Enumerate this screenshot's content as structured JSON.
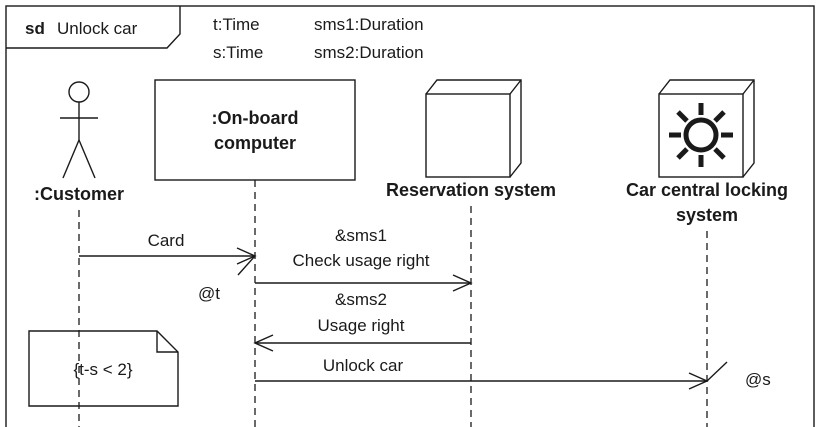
{
  "frame": {
    "keyword": "sd",
    "name": "Unlock car"
  },
  "declarations": [
    {
      "time_obs": "t:Time",
      "duration_obs": "sms1:Duration"
    },
    {
      "time_obs": "s:Time",
      "duration_obs": "sms2:Duration"
    }
  ],
  "lifelines": {
    "customer": {
      "label": ":Customer",
      "icon": "actor-stick-figure"
    },
    "onboard": {
      "line1": ":On-board",
      "line2": "computer",
      "icon": "class-box"
    },
    "reservation": {
      "label": "Reservation system",
      "icon": "node-cube"
    },
    "locking": {
      "line1": "Car central locking",
      "line2": "system",
      "icon": "sun-device"
    }
  },
  "messages": [
    {
      "id": "card",
      "label": "Card"
    },
    {
      "id": "check",
      "duration": "&sms1",
      "label": "Check usage right"
    },
    {
      "id": "usage",
      "duration": "&sms2",
      "label": "Usage right"
    },
    {
      "id": "unlock",
      "label": "Unlock car"
    }
  ],
  "time_observations": {
    "t": "@t",
    "s": "@s"
  },
  "constraint_note": "{t-s < 2}"
}
